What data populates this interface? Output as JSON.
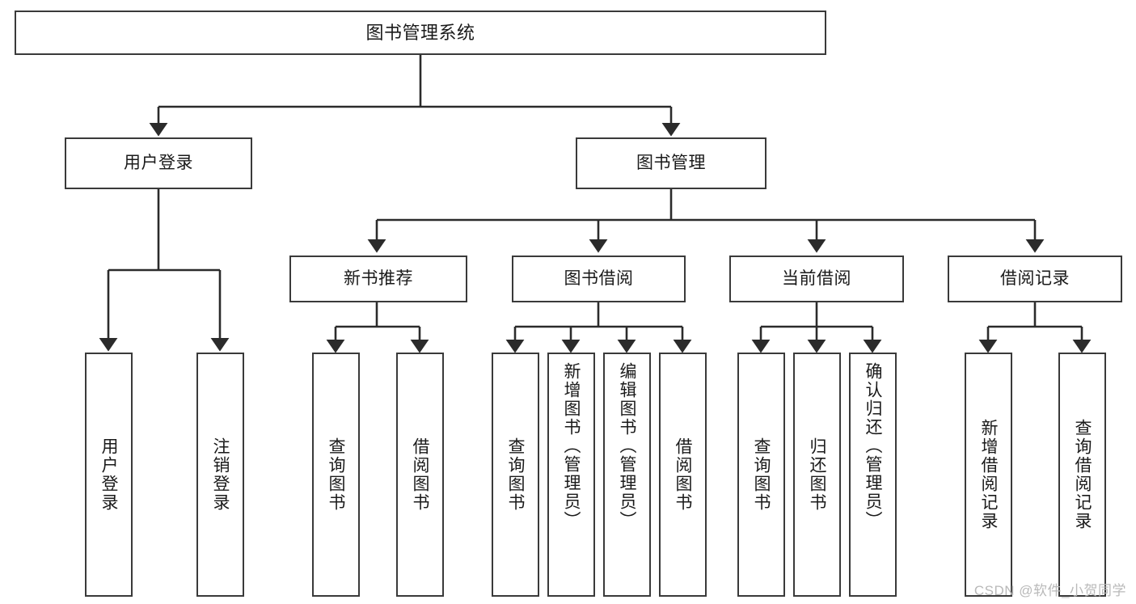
{
  "diagram": {
    "title": "图书管理系统",
    "type": "tree-hierarchy",
    "orientation": "top-down",
    "colors": {
      "box_border": "#3a3a3a",
      "box_fill": "#ffffff",
      "edge": "#2b2b2b",
      "text": "#1a1a1a",
      "background": "#ffffff",
      "watermark": "#b9b9b9"
    },
    "levels": {
      "root": "图书管理系统",
      "level1": [
        "用户登录",
        "图书管理"
      ],
      "level2": [
        "新书推荐",
        "图书借阅",
        "当前借阅",
        "借阅记录"
      ]
    },
    "nodes": {
      "root": {
        "label": "图书管理系统"
      },
      "user_login": {
        "label": "用户登录"
      },
      "book_manage": {
        "label": "图书管理"
      },
      "new_book_rec": {
        "label": "新书推荐"
      },
      "book_borrow": {
        "label": "图书借阅"
      },
      "current_borrow": {
        "label": "当前借阅"
      },
      "borrow_record": {
        "label": "借阅记录"
      },
      "leaf_user_login": {
        "label": "用户登录"
      },
      "leaf_logout": {
        "label": "注销登录"
      },
      "leaf_query_book_a": {
        "label": "查询图书"
      },
      "leaf_borrow_book_a": {
        "label": "借阅图书"
      },
      "leaf_query_book_b": {
        "label": "查询图书"
      },
      "leaf_add_book_admin": {
        "label": "新增图书（管理员）"
      },
      "leaf_edit_book_admin": {
        "label": "编辑图书（管理员）"
      },
      "leaf_borrow_book_b": {
        "label": "借阅图书"
      },
      "leaf_query_book_c": {
        "label": "查询图书"
      },
      "leaf_return_book": {
        "label": "归还图书"
      },
      "leaf_confirm_return_admin": {
        "label": "确认归还（管理员）"
      },
      "leaf_add_record": {
        "label": "新增借阅记录"
      },
      "leaf_query_record": {
        "label": "查询借阅记录"
      }
    },
    "edges": [
      {
        "from": "root",
        "to": "user_login"
      },
      {
        "from": "root",
        "to": "book_manage"
      },
      {
        "from": "user_login",
        "to": "leaf_user_login"
      },
      {
        "from": "user_login",
        "to": "leaf_logout"
      },
      {
        "from": "book_manage",
        "to": "new_book_rec"
      },
      {
        "from": "book_manage",
        "to": "book_borrow"
      },
      {
        "from": "book_manage",
        "to": "current_borrow"
      },
      {
        "from": "book_manage",
        "to": "borrow_record"
      },
      {
        "from": "new_book_rec",
        "to": "leaf_query_book_a"
      },
      {
        "from": "new_book_rec",
        "to": "leaf_borrow_book_a"
      },
      {
        "from": "book_borrow",
        "to": "leaf_query_book_b"
      },
      {
        "from": "book_borrow",
        "to": "leaf_add_book_admin"
      },
      {
        "from": "book_borrow",
        "to": "leaf_edit_book_admin"
      },
      {
        "from": "book_borrow",
        "to": "leaf_borrow_book_b"
      },
      {
        "from": "current_borrow",
        "to": "leaf_query_book_c"
      },
      {
        "from": "current_borrow",
        "to": "leaf_return_book"
      },
      {
        "from": "current_borrow",
        "to": "leaf_confirm_return_admin"
      },
      {
        "from": "borrow_record",
        "to": "leaf_add_record"
      },
      {
        "from": "borrow_record",
        "to": "leaf_query_record"
      }
    ]
  },
  "watermark": {
    "text": "CSDN @软件_小贺同学"
  }
}
